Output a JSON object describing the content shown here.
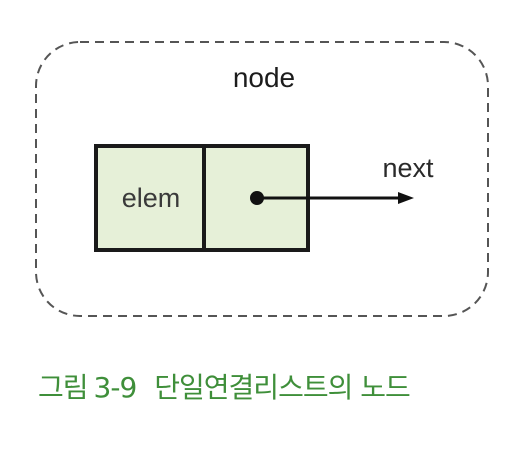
{
  "diagram": {
    "node_label": "node",
    "elem_label": "elem",
    "next_label": "next"
  },
  "caption": {
    "prefix": "그림",
    "number": "3-9",
    "text": "단일연결리스트의 노드"
  },
  "colors": {
    "cell_fill": "#e6f0d8",
    "cell_border": "#1a1a1a",
    "dashed_border": "#555555",
    "caption_green": "#3f8f3a"
  }
}
